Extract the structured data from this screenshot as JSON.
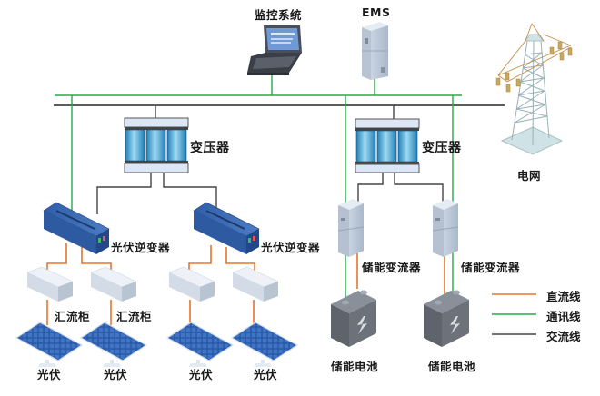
{
  "diagram": {
    "title": "",
    "colors": {
      "dc_line": "#e8742a",
      "comm_line": "#1fae4a",
      "ac_line": "#4a4444"
    },
    "nodes": {
      "monitor": {
        "label": "监控系统",
        "icon": "laptop-icon"
      },
      "ems": {
        "label": "EMS",
        "icon": "server-cabinet-icon"
      },
      "grid": {
        "label": "电网",
        "icon": "transmission-tower-icon"
      },
      "transformer_pv": {
        "label": "变压器",
        "icon": "transformer-icon"
      },
      "transformer_storage": {
        "label": "变压器",
        "icon": "transformer-icon"
      },
      "pv_inverter_1": {
        "label": "光伏逆变器",
        "icon": "inverter-icon"
      },
      "pv_inverter_2": {
        "label": "光伏逆变器",
        "icon": "inverter-icon"
      },
      "pcs_1": {
        "label": "储能变流器",
        "icon": "pcs-cabinet-icon"
      },
      "pcs_2": {
        "label": "储能变流器",
        "icon": "pcs-cabinet-icon"
      },
      "combiner_1": {
        "label": "汇流柜",
        "icon": "combiner-box-icon"
      },
      "combiner_2": {
        "label": "汇流柜",
        "icon": "combiner-box-icon"
      },
      "combiner_3": {
        "label": "",
        "icon": "combiner-box-icon"
      },
      "combiner_4": {
        "label": "",
        "icon": "combiner-box-icon"
      },
      "pv_1": {
        "label": "光伏",
        "icon": "solar-panel-icon"
      },
      "pv_2": {
        "label": "光伏",
        "icon": "solar-panel-icon"
      },
      "pv_3": {
        "label": "光伏",
        "icon": "solar-panel-icon"
      },
      "pv_4": {
        "label": "光伏",
        "icon": "solar-panel-icon"
      },
      "battery_1": {
        "label": "储能电池",
        "icon": "battery-icon"
      },
      "battery_2": {
        "label": "储能电池",
        "icon": "battery-icon"
      }
    },
    "legend": [
      {
        "label": "直流线",
        "type": "dc"
      },
      {
        "label": "通讯线",
        "type": "comm"
      },
      {
        "label": "交流线",
        "type": "ac"
      }
    ],
    "connections": [
      {
        "from": "monitor",
        "to": "comm_bus",
        "type": "comm"
      },
      {
        "from": "ems",
        "to": "comm_bus",
        "type": "comm"
      },
      {
        "from": "comm_bus",
        "to": "pv_inverter_1",
        "type": "comm"
      },
      {
        "from": "comm_bus",
        "to": "pcs_1",
        "type": "comm"
      },
      {
        "from": "comm_bus",
        "to": "pcs_2",
        "type": "comm"
      },
      {
        "from": "ac_bus",
        "to": "grid",
        "type": "ac"
      },
      {
        "from": "ac_bus",
        "to": "transformer_pv",
        "type": "ac"
      },
      {
        "from": "ac_bus",
        "to": "transformer_storage",
        "type": "ac"
      },
      {
        "from": "transformer_pv",
        "to": "pv_inverter_1",
        "type": "ac"
      },
      {
        "from": "transformer_pv",
        "to": "pv_inverter_2",
        "type": "ac"
      },
      {
        "from": "transformer_storage",
        "to": "pcs_1",
        "type": "ac"
      },
      {
        "from": "transformer_storage",
        "to": "pcs_2",
        "type": "ac"
      },
      {
        "from": "pv_inverter_1",
        "to": "combiner_1",
        "type": "dc"
      },
      {
        "from": "pv_inverter_1",
        "to": "combiner_2",
        "type": "dc"
      },
      {
        "from": "pv_inverter_2",
        "to": "combiner_3",
        "type": "dc"
      },
      {
        "from": "pv_inverter_2",
        "to": "combiner_4",
        "type": "dc"
      },
      {
        "from": "combiner_1",
        "to": "pv_1",
        "type": "dc"
      },
      {
        "from": "combiner_2",
        "to": "pv_2",
        "type": "dc"
      },
      {
        "from": "combiner_3",
        "to": "pv_3",
        "type": "dc"
      },
      {
        "from": "combiner_4",
        "to": "pv_4",
        "type": "dc"
      },
      {
        "from": "pcs_1",
        "to": "battery_1",
        "type": "dc"
      },
      {
        "from": "pcs_1",
        "to": "battery_1",
        "type": "comm"
      },
      {
        "from": "pcs_2",
        "to": "battery_2",
        "type": "dc"
      },
      {
        "from": "pcs_2",
        "to": "battery_2",
        "type": "comm"
      }
    ]
  }
}
